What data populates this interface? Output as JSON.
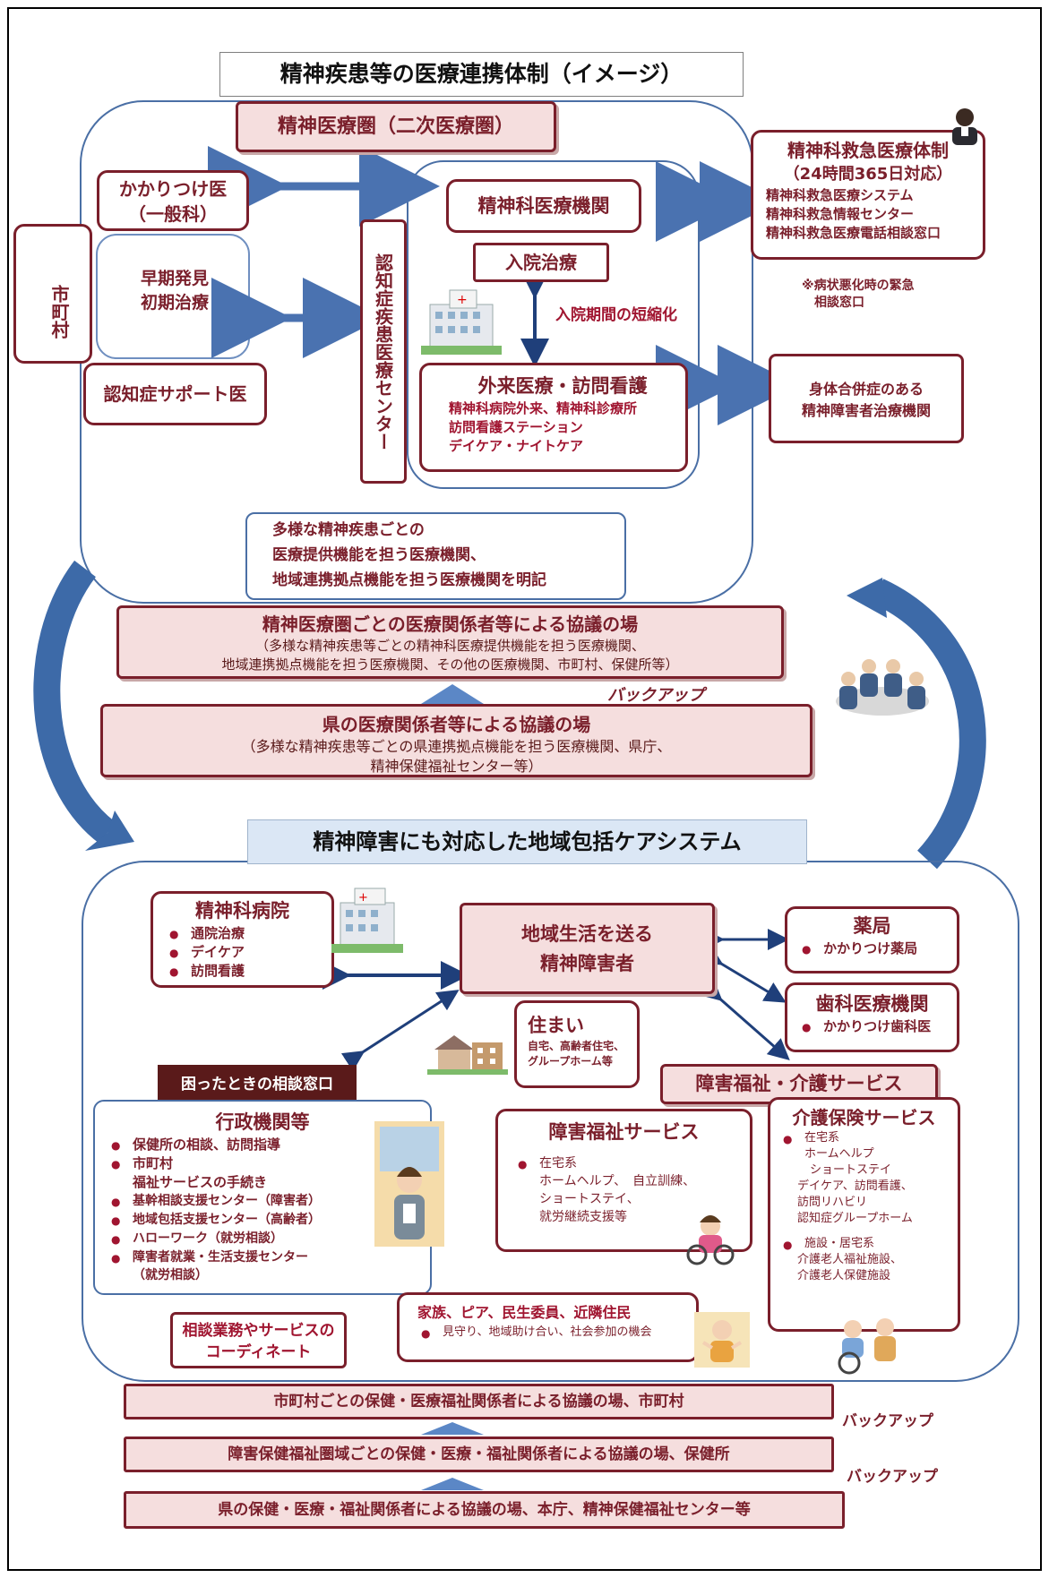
{
  "top_title": "精神疾患等の医療連携体制（イメージ）",
  "area_title": "精神医療圏（二次医療圏）",
  "kakaritsuke": {
    "line1": "かかりつけ医",
    "line2": "（一般科）"
  },
  "shichoson": "市町村",
  "early": {
    "line1": "早期発見",
    "line2": "初期治療"
  },
  "dementia_support": "認知症サポート医",
  "dementia_center": "認知症疾患医療センター",
  "psych_institution": "精神科医療機関",
  "inpatient": "入院治療",
  "shorten": "入院期間の短縮化",
  "outpatient": {
    "title": "外来医療・訪問看護",
    "lines": [
      "精神科病院外来、精神科診療所",
      "訪問看護ステーション",
      "デイケア・ナイトケア"
    ]
  },
  "emergency": {
    "title": "精神科救急医療体制",
    "sub": "（24時間365日対応）",
    "lines": [
      "精神科救急医療システム",
      "精神科救急情報センター",
      "精神科救急医療電話相談窓口"
    ],
    "note1": "※病状悪化時の緊急",
    "note2": "相談窓口"
  },
  "comorbid": {
    "line1": "身体合併症のある",
    "line2": "精神障害者治療機関"
  },
  "diverse": {
    "lines": [
      "多様な精神疾患ごとの",
      "医療提供機能を担う医療機関、",
      "地域連携拠点機能を担う医療機関を明記"
    ]
  },
  "council_area": {
    "title": "精神医療圏ごとの医療関係者等による協議の場",
    "line1": "（多様な精神疾患等ごとの精神科医療提供機能を担う医療機関、",
    "line2": "地域連携拠点機能を担う医療機関、その他の医療機関、市町村、保健所等）"
  },
  "backup_label": "バックアップ",
  "council_pref": {
    "title": "県の医療関係者等による協議の場",
    "line1": "（多様な精神疾患等ごとの県連携拠点機能を担う医療機関、県庁、",
    "line2": "精神保健福祉センター等）"
  },
  "care_title": "精神障害にも対応した地域包括ケアシステム",
  "hospital": {
    "title": "精神科病院",
    "items": [
      "通院治療",
      "デイケア",
      "訪問看護"
    ]
  },
  "center": {
    "line1": "地域生活を送る",
    "line2": "精神障害者"
  },
  "pharmacy": {
    "title": "薬局",
    "items": [
      "かかりつけ薬局"
    ]
  },
  "dental": {
    "title": "歯科医療機関",
    "items": [
      "かかりつけ歯科医"
    ]
  },
  "housing": {
    "title": "住まい",
    "line1": "自宅、高齢者住宅、",
    "line2": "グループホーム等"
  },
  "consult_tag": "困ったときの相談窓口",
  "admin": {
    "title": "行政機関等",
    "items": [
      "保健所の相談、訪問指導",
      "市町村",
      "基幹相談支援センター（障害者）",
      "地域包括支援センター（高齢者）",
      "ハローワーク（就労相談）",
      "障害者就業・生活支援センター"
    ],
    "sub_welfare": "福祉サービスの手続き",
    "sub_work": "（就労相談）"
  },
  "welfare_services_title": "障害福祉・介護サービス",
  "disability": {
    "title": "障害福祉サービス",
    "item": "在宅系",
    "lines": [
      "ホームヘルプ、　自立訓練、",
      "ショートステイ、",
      "就労継続支援等"
    ]
  },
  "care_ins": {
    "title": "介護保険サービス",
    "item1": "在宅系",
    "lines1": [
      "ホームヘルプ",
      "ショートステイ",
      "デイケア、訪問看護、",
      "訪問リハビリ",
      "認知症グループホーム"
    ],
    "item2": "施設・居宅系",
    "lines2": [
      "介護老人福祉施設、",
      "介護老人保健施設"
    ]
  },
  "coordinate": {
    "line1": "相談業務やサービスの",
    "line2": "コーディネート"
  },
  "family": {
    "title": "家族、ピア、民生委員、近隣住民",
    "item": "見守り、地域助け合い、社会参加の機会"
  },
  "council_city": "市町村ごとの保健・医療福祉関係者による協議の場、市町村",
  "council_region": "障害保健福祉圏域ごとの保健・医療・福祉関係者による協議の場、保健所",
  "council_pref2": "県の保健・医療・福祉関係者による協議の場、本庁、精神保健福祉センター等",
  "backup2": "バックアップ",
  "backup3": "バックアップ"
}
